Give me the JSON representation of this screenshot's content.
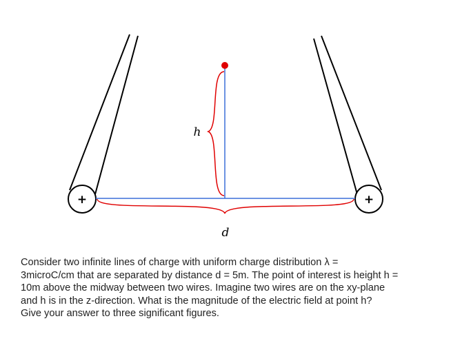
{
  "diagram": {
    "labels": {
      "height": "h",
      "distance": "d",
      "left_charge": "+",
      "right_charge": "+"
    },
    "colors": {
      "wire_outline": "#000000",
      "axis_lines": "#3a6fd8",
      "braces": "#e00000",
      "point_of_interest": "#e00000"
    }
  },
  "problem": {
    "lines": [
      "Consider two infinite lines of charge with uniform charge distribution λ =",
      "3microC/cm that are separated by distance d = 5m. The point of interest is height h =",
      "10m above the midway between two wires. Imagine two wires are on the xy-plane",
      "and h is in the z-direction.  What is the magnitude of the electric field at point h?",
      "Give your answer to three significant figures."
    ]
  }
}
